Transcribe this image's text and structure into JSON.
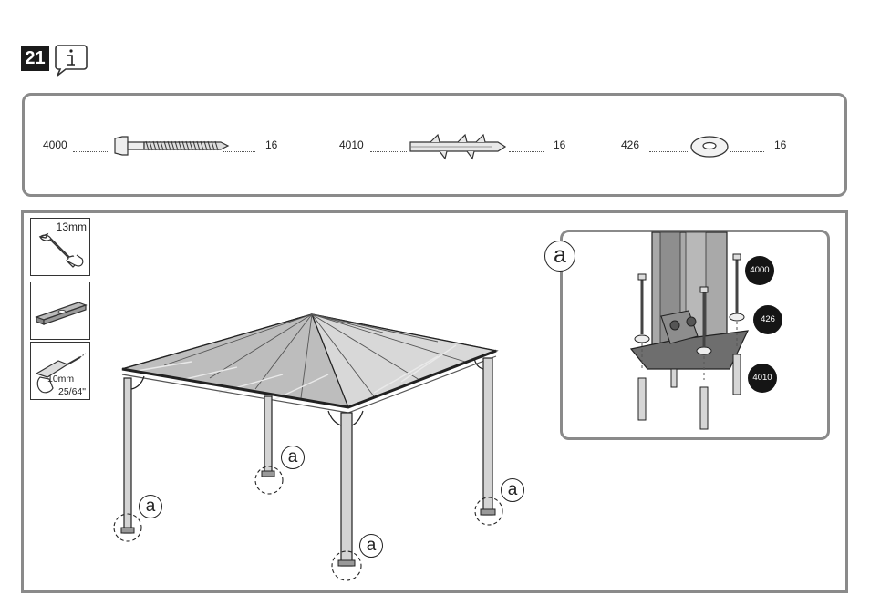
{
  "step": {
    "number": "21"
  },
  "parts": [
    {
      "code": "4000",
      "qty": "16",
      "icon": "lag-screw-icon"
    },
    {
      "code": "4010",
      "qty": "16",
      "icon": "wall-plug-icon"
    },
    {
      "code": "426",
      "qty": "16",
      "icon": "washer-icon"
    }
  ],
  "tools": {
    "wrench_size": "13mm",
    "drill_size_metric": "10mm",
    "drill_size_imperial": "25/64\""
  },
  "callout_label": "a",
  "detail": {
    "label": "a",
    "tags": [
      "4000",
      "426",
      "4010"
    ]
  }
}
